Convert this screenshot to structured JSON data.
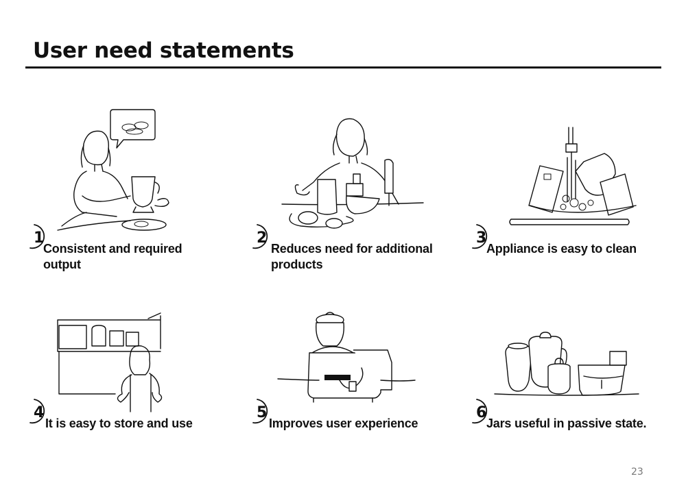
{
  "page": {
    "title": "User need statements",
    "page_number": "23"
  },
  "statements": [
    {
      "number": "1",
      "text": "Consistent and required output",
      "icon": "woman-blender-sketch"
    },
    {
      "number": "2",
      "text": "Reduces need for additional products",
      "icon": "woman-many-products-sketch"
    },
    {
      "number": "3",
      "text": "Appliance is easy to clean",
      "icon": "washing-jars-sketch"
    },
    {
      "number": "4",
      "text": "It is easy to store and use",
      "icon": "woman-kitchen-cabinet-sketch"
    },
    {
      "number": "5",
      "text": "Improves user experience",
      "icon": "food-processor-sketch"
    },
    {
      "number": "6",
      "text": "Jars useful in passive state.",
      "icon": "jars-group-sketch"
    }
  ]
}
